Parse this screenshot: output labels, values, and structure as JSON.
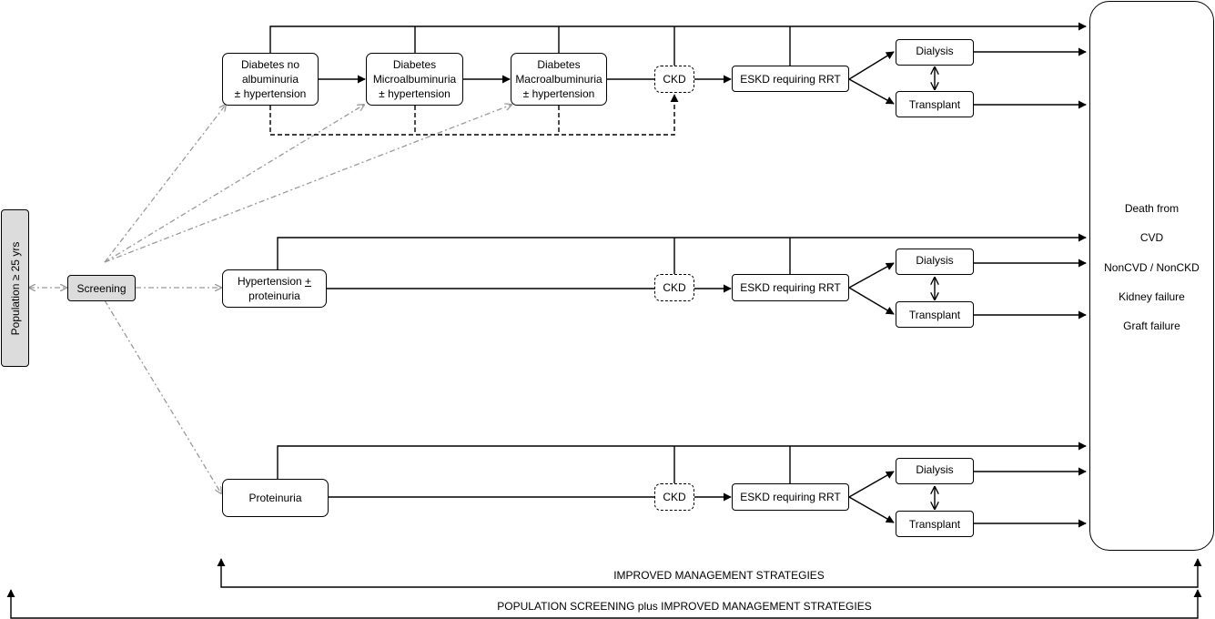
{
  "population": {
    "label": "Population ≥ 25 yrs"
  },
  "screening": {
    "label": "Screening"
  },
  "diabetes": {
    "no_albuminuria": [
      "Diabetes no",
      "albuminuria",
      "± hypertension"
    ],
    "micro": [
      "Diabetes",
      "Microalbuminuria",
      "± hypertension"
    ],
    "macro": [
      "Diabetes",
      "Macroalbuminuria",
      "± hypertension"
    ]
  },
  "hypertension": {
    "line1": "Hypertension ",
    "pm": "+",
    "line2": "proteinuria"
  },
  "proteinuria": {
    "label": "Proteinuria"
  },
  "ckd": "CKD",
  "eskd": "ESKD requiring RRT",
  "dialysis": "Dialysis",
  "transplant": "Transplant",
  "outcomes": {
    "title": "Death from",
    "items": [
      "CVD",
      "NonCVD / NonCKD",
      "Kidney failure",
      "Graft failure"
    ]
  },
  "strategies": {
    "improved": "IMPROVED MANAGEMENT STRATEGIES",
    "population": "POPULATION SCREENING plus IMPROVED MANAGEMENT STRATEGIES"
  }
}
